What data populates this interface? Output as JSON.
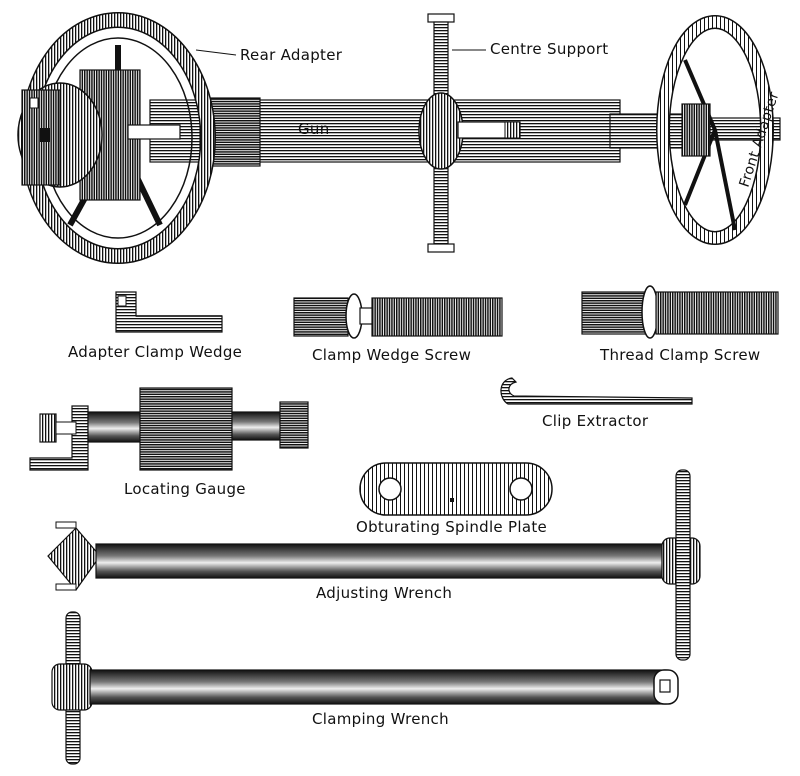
{
  "diagram": {
    "labels": {
      "rear_adapter": "Rear Adapter",
      "centre_support": "Centre Support",
      "gun": "Gun",
      "front_adapter": "Front Adapter",
      "adapter_clamp_wedge": "Adapter Clamp Wedge",
      "clamp_wedge_screw": "Clamp Wedge Screw",
      "thread_clamp_screw": "Thread Clamp Screw",
      "clip_extractor": "Clip Extractor",
      "locating_gauge": "Locating Gauge",
      "obturating_spindle_plate": "Obturating Spindle Plate",
      "adjusting_wrench": "Adjusting Wrench",
      "clamping_wrench": "Clamping Wrench"
    },
    "colors": {
      "ink": "#111111",
      "paper": "#ffffff"
    }
  }
}
